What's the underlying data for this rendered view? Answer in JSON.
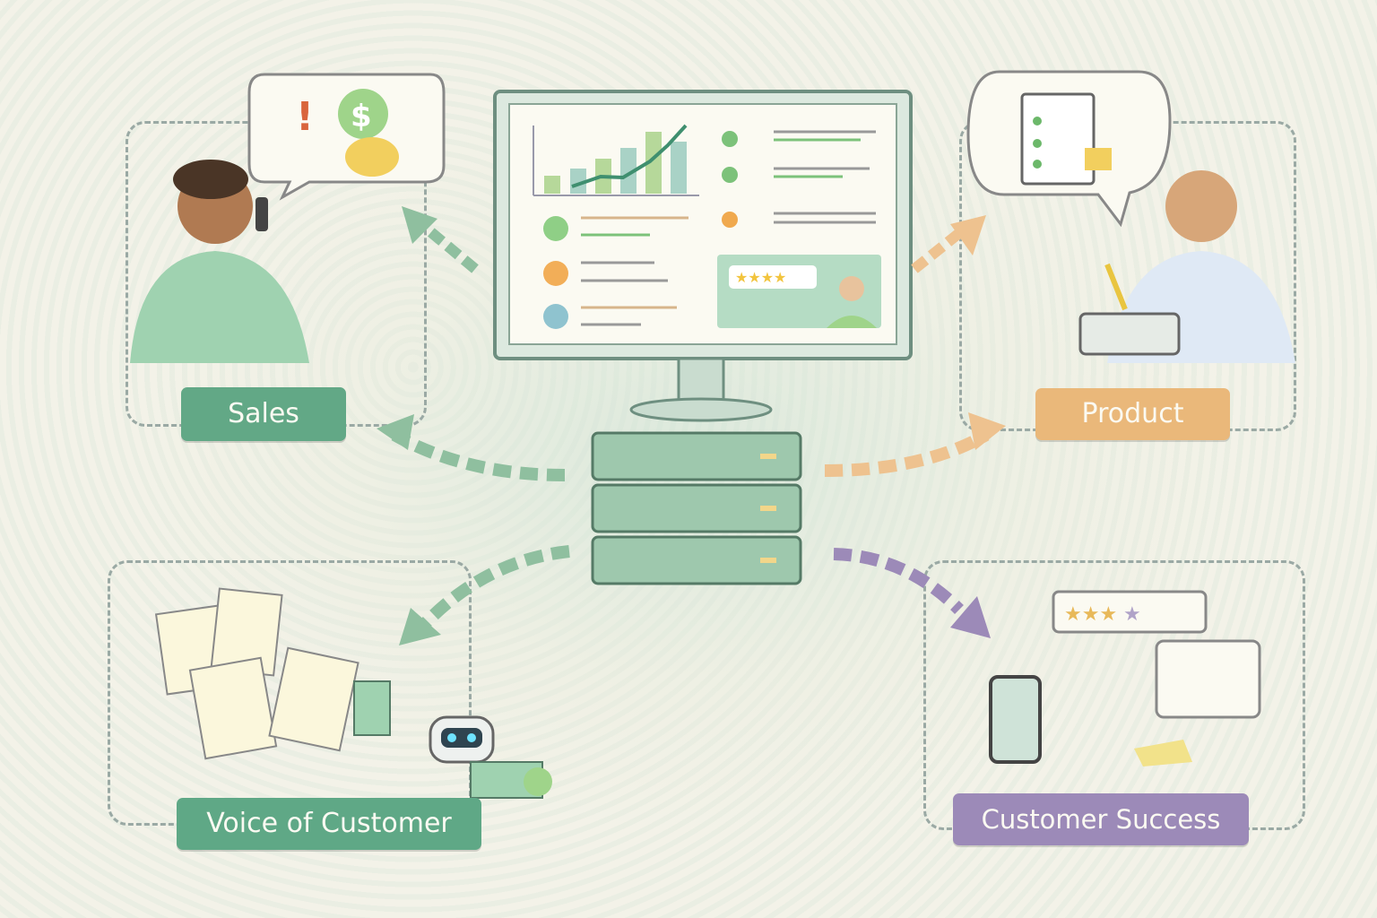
{
  "diagram": {
    "center": {
      "monitor": {
        "widgets": [
          "bar-chart-with-trend",
          "checklist",
          "customer-review-card"
        ],
        "review_stars": 4
      },
      "server_units": 3
    },
    "nodes": [
      {
        "id": "sales",
        "label": "Sales",
        "color": "#5fa886",
        "arrow_color": "#8fbf9f"
      },
      {
        "id": "product",
        "label": "Product",
        "color": "#e8b978",
        "arrow_color": "#eec28f"
      },
      {
        "id": "voc",
        "label": "Voice of Customer",
        "color": "#5fa886",
        "arrow_color": "#8fbf9f"
      },
      {
        "id": "cs",
        "label": "Customer Success",
        "color": "#9c8ab8",
        "arrow_color": "#9c8ab8"
      }
    ],
    "cs_rating_stars": {
      "filled": 3,
      "total": 4
    }
  }
}
